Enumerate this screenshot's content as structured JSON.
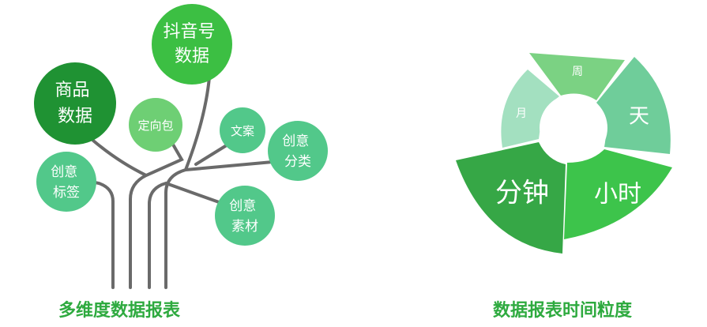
{
  "tree": {
    "caption": "多维度数据报表",
    "nodes": [
      {
        "id": "douyin",
        "lines": [
          "抖音号",
          "数据"
        ],
        "color": "#3cbf43"
      },
      {
        "id": "product",
        "lines": [
          "商品",
          "数据"
        ],
        "color": "#1f9233"
      },
      {
        "id": "targeting",
        "lines": [
          "定向包"
        ],
        "color": "#6ecf74"
      },
      {
        "id": "copy",
        "lines": [
          "文案"
        ],
        "color": "#52c88a"
      },
      {
        "id": "creative-category",
        "lines": [
          "创意",
          "分类"
        ],
        "color": "#52c88a"
      },
      {
        "id": "creative-tag",
        "lines": [
          "创意",
          "标签"
        ],
        "color": "#52c88a"
      },
      {
        "id": "creative-material",
        "lines": [
          "创意",
          "素材"
        ],
        "color": "#52c88a"
      }
    ]
  },
  "granularity": {
    "caption": "数据报表时间粒度",
    "segments": [
      {
        "id": "week",
        "label": "周",
        "color": "#7bd283"
      },
      {
        "id": "day",
        "label": "天",
        "color": "#6fcd9a"
      },
      {
        "id": "hour",
        "label": "小时",
        "color": "#3dc44b"
      },
      {
        "id": "minute",
        "label": "分钟",
        "color": "#36a746"
      },
      {
        "id": "month",
        "label": "月",
        "color": "#a3e0c0"
      }
    ]
  }
}
